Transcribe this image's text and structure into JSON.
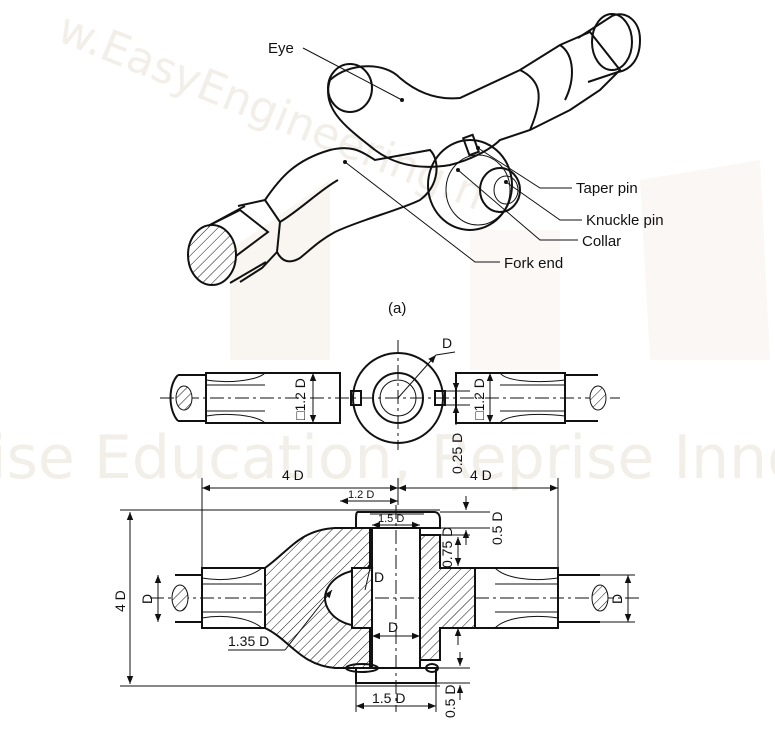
{
  "watermark": {
    "line1": "w.EasyEngineering.n",
    "line2": "ise Education, Reprise Innova"
  },
  "pictorial": {
    "labels": {
      "eye": "Eye",
      "taper_pin": "Taper pin",
      "knuckle_pin": "Knuckle pin",
      "collar": "Collar",
      "fork_end": "Fork end"
    },
    "caption": "(a)"
  },
  "top_view": {
    "dims": {
      "diameter": "D",
      "square_left": "□1.2 D",
      "square_right": "□1.2 D",
      "offset": "0.25 D"
    }
  },
  "front_view": {
    "dims": {
      "length_left": "4 D",
      "length_right": "4 D",
      "half_width": "1.2 D",
      "collar_dia_top": "1.5 D",
      "collar_thk_top": "0.5 D",
      "fork_thk": "0.75 D",
      "overall_height": "4 D",
      "rod_dia_left": "D",
      "rod_dia_right": "D",
      "pin_dia_side": "D",
      "pin_dia_bottom": "D",
      "eye_radius": "1.35 D",
      "collar_dia_bottom": "1.5 D",
      "collar_thk_bottom": "0.5 D"
    }
  }
}
